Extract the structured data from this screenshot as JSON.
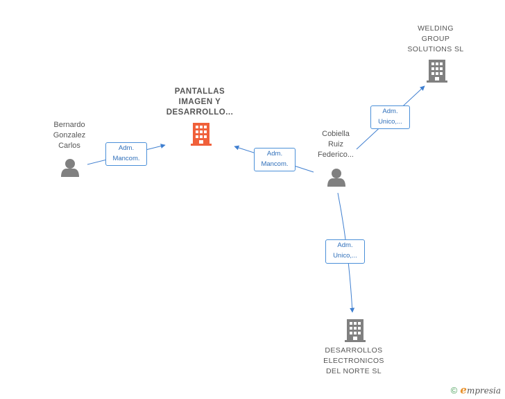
{
  "nodes": {
    "pantallas": {
      "label": [
        "PANTALLAS",
        "IMAGEN Y",
        "DESARROLLO..."
      ],
      "color": "#f0603a"
    },
    "bernardo": {
      "label": [
        "Bernardo",
        "Gonzalez",
        "Carlos"
      ]
    },
    "cobiella": {
      "label": [
        "Cobiella",
        "Ruiz",
        "Federico..."
      ]
    },
    "welding": {
      "label": [
        "WELDING",
        "GROUP",
        "SOLUTIONS  SL"
      ]
    },
    "desarrollos": {
      "label": [
        "DESARROLLOS",
        "ELECTRONICOS",
        "DEL NORTE  SL"
      ]
    }
  },
  "edges": {
    "bernardo_pantallas": [
      "Adm.",
      "Mancom."
    ],
    "cobiella_pantallas": [
      "Adm.",
      "Mancom."
    ],
    "cobiella_welding": [
      "Adm.",
      "Unico,..."
    ],
    "cobiella_desarrollos": [
      "Adm.",
      "Unico,..."
    ]
  },
  "colors": {
    "edge": "#3f7fd0",
    "person": "#808080",
    "company": "#808080",
    "main_company": "#f0603a"
  },
  "footer": {
    "copyright_symbol": "©",
    "brand_first": "e",
    "brand_rest": "mpresia"
  }
}
